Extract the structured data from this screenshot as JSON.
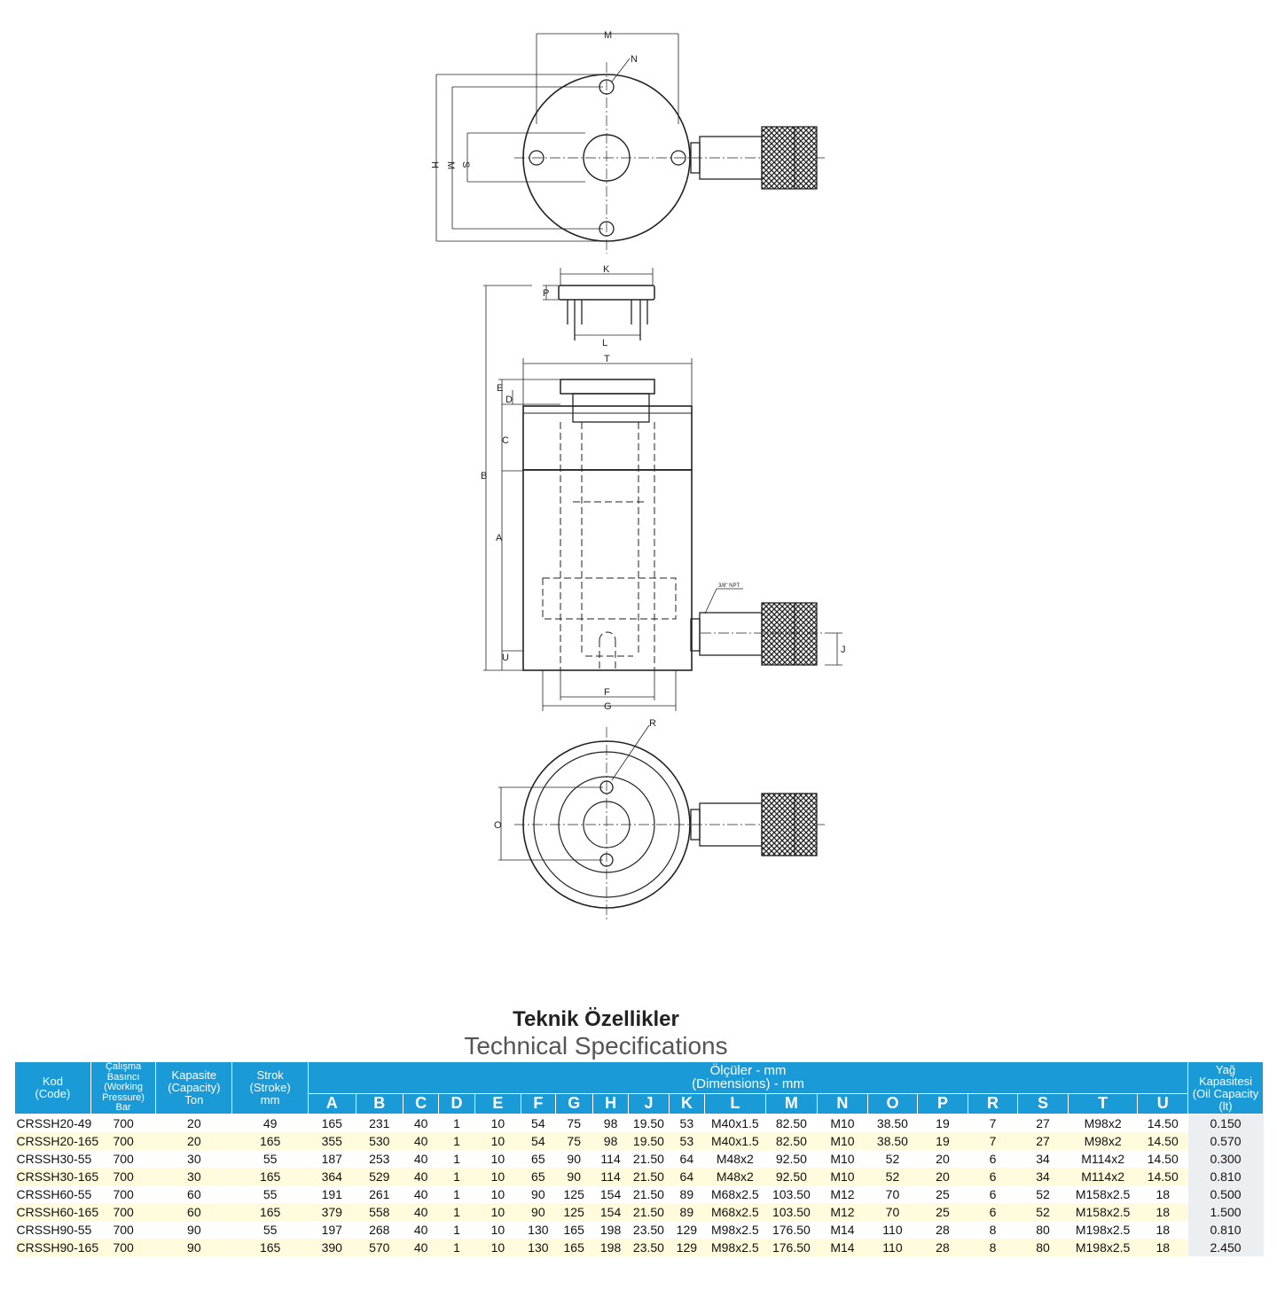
{
  "drawing": {
    "labels": {
      "M": "M",
      "N": "N",
      "H": "H",
      "S": "S",
      "K": "K",
      "P": "P",
      "L": "L",
      "T": "T",
      "E": "E",
      "D": "D",
      "C": "C",
      "B": "B",
      "A": "A",
      "U": "U",
      "F": "F",
      "G": "G",
      "J": "J",
      "R": "R",
      "O": "O",
      "npt": "3/8\" NPT"
    }
  },
  "titles": {
    "tr": "Teknik Özellikler",
    "en": "Technical Specifications"
  },
  "table": {
    "headers": {
      "code_tr": "Kod",
      "code_en": "(Code)",
      "pressure_tr": "Çalışma Basıncı",
      "pressure_en": "(Working Pressure)",
      "pressure_unit": "Bar",
      "capacity_tr": "Kapasite",
      "capacity_en": "(Capacity)",
      "capacity_unit": "Ton",
      "stroke_tr": "Strok",
      "stroke_en": "(Stroke)",
      "stroke_unit": "mm",
      "dims_tr": "Ölçüler - mm",
      "dims_en": "(Dimensions) - mm",
      "oil_tr": "Yağ",
      "oil_tr2": "Kapasitesi",
      "oil_en": "(Oil Capacity",
      "oil_unit": "(lt)"
    },
    "letters": [
      "A",
      "B",
      "C",
      "D",
      "E",
      "F",
      "G",
      "H",
      "J",
      "K",
      "L",
      "M",
      "N",
      "O",
      "P",
      "R",
      "S",
      "T",
      "U"
    ],
    "rows": [
      [
        "CRSSH20-49",
        "700",
        "20",
        "49",
        "165",
        "231",
        "40",
        "1",
        "10",
        "54",
        "75",
        "98",
        "19.50",
        "53",
        "M40x1.5",
        "82.50",
        "M10",
        "38.50",
        "19",
        "7",
        "27",
        "M98x2",
        "14.50",
        "0.150"
      ],
      [
        "CRSSH20-165",
        "700",
        "20",
        "165",
        "355",
        "530",
        "40",
        "1",
        "10",
        "54",
        "75",
        "98",
        "19.50",
        "53",
        "M40x1.5",
        "82.50",
        "M10",
        "38.50",
        "19",
        "7",
        "27",
        "M98x2",
        "14.50",
        "0.570"
      ],
      [
        "CRSSH30-55",
        "700",
        "30",
        "55",
        "187",
        "253",
        "40",
        "1",
        "10",
        "65",
        "90",
        "114",
        "21.50",
        "64",
        "M48x2",
        "92.50",
        "M10",
        "52",
        "20",
        "6",
        "34",
        "M114x2",
        "14.50",
        "0.300"
      ],
      [
        "CRSSH30-165",
        "700",
        "30",
        "165",
        "364",
        "529",
        "40",
        "1",
        "10",
        "65",
        "90",
        "114",
        "21.50",
        "64",
        "M48x2",
        "92.50",
        "M10",
        "52",
        "20",
        "6",
        "34",
        "M114x2",
        "14.50",
        "0.810"
      ],
      [
        "CRSSH60-55",
        "700",
        "60",
        "55",
        "191",
        "261",
        "40",
        "1",
        "10",
        "90",
        "125",
        "154",
        "21.50",
        "89",
        "M68x2.5",
        "103.50",
        "M12",
        "70",
        "25",
        "6",
        "52",
        "M158x2.5",
        "18",
        "0.500"
      ],
      [
        "CRSSH60-165",
        "700",
        "60",
        "165",
        "379",
        "558",
        "40",
        "1",
        "10",
        "90",
        "125",
        "154",
        "21.50",
        "89",
        "M68x2.5",
        "103.50",
        "M12",
        "70",
        "25",
        "6",
        "52",
        "M158x2.5",
        "18",
        "1.500"
      ],
      [
        "CRSSH90-55",
        "700",
        "90",
        "55",
        "197",
        "268",
        "40",
        "1",
        "10",
        "130",
        "165",
        "198",
        "23.50",
        "129",
        "M98x2.5",
        "176.50",
        "M14",
        "110",
        "28",
        "8",
        "80",
        "M198x2.5",
        "18",
        "0.810"
      ],
      [
        "CRSSH90-165",
        "700",
        "90",
        "165",
        "390",
        "570",
        "40",
        "1",
        "10",
        "130",
        "165",
        "198",
        "23.50",
        "129",
        "M98x2.5",
        "176.50",
        "M14",
        "110",
        "28",
        "8",
        "80",
        "M198x2.5",
        "18",
        "2.450"
      ]
    ]
  }
}
